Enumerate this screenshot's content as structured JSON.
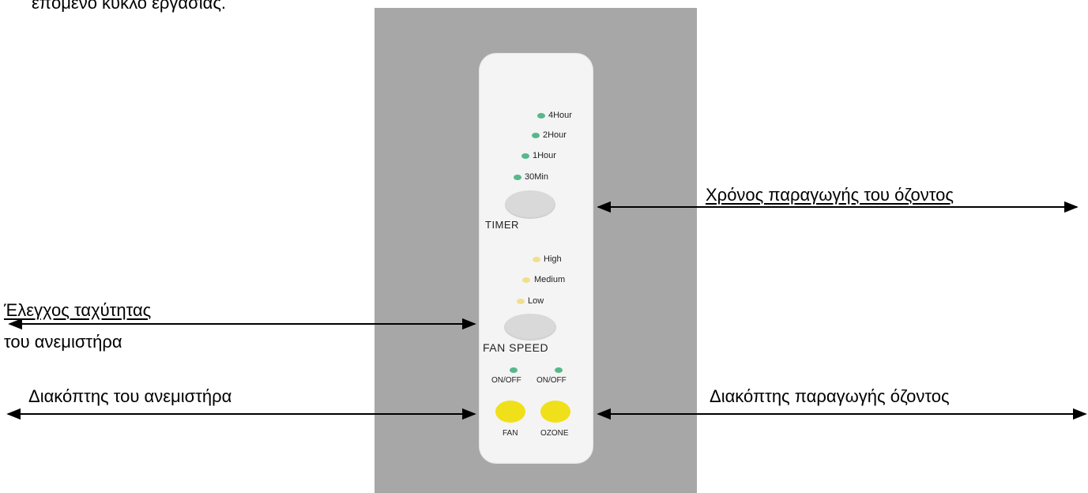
{
  "top_text": "επόμενο κύκλο εργασίας.",
  "panel": {
    "timer_leds": [
      "4Hour",
      "2Hour",
      "1Hour",
      "30Min"
    ],
    "timer_label": "TIMER",
    "speed_leds": [
      "High",
      "Medium",
      "Low"
    ],
    "speed_label": "FAN SPEED",
    "onoff_left": "ON/OFF",
    "onoff_right": "ON/OFF",
    "fan_label": "FAN",
    "ozone_label": "OZONE"
  },
  "annotations": {
    "ozone_time": "Χρόνος παραγωγής του όζοντος",
    "fan_speed_line1": "Έλεγχος ταχύτητας",
    "fan_speed_line2": "του ανεμιστήρα",
    "fan_switch": "Διακόπτης του ανεμιστήρα",
    "ozone_switch": "Διακόπτης παραγωγής όζοντος"
  },
  "colors": {
    "background_panel": "#a7a7a7",
    "faceplate": "#f4f4f4",
    "led_green": "#57b889",
    "led_yellow": "#f1df8e",
    "button_yellow": "#f0e01a"
  }
}
